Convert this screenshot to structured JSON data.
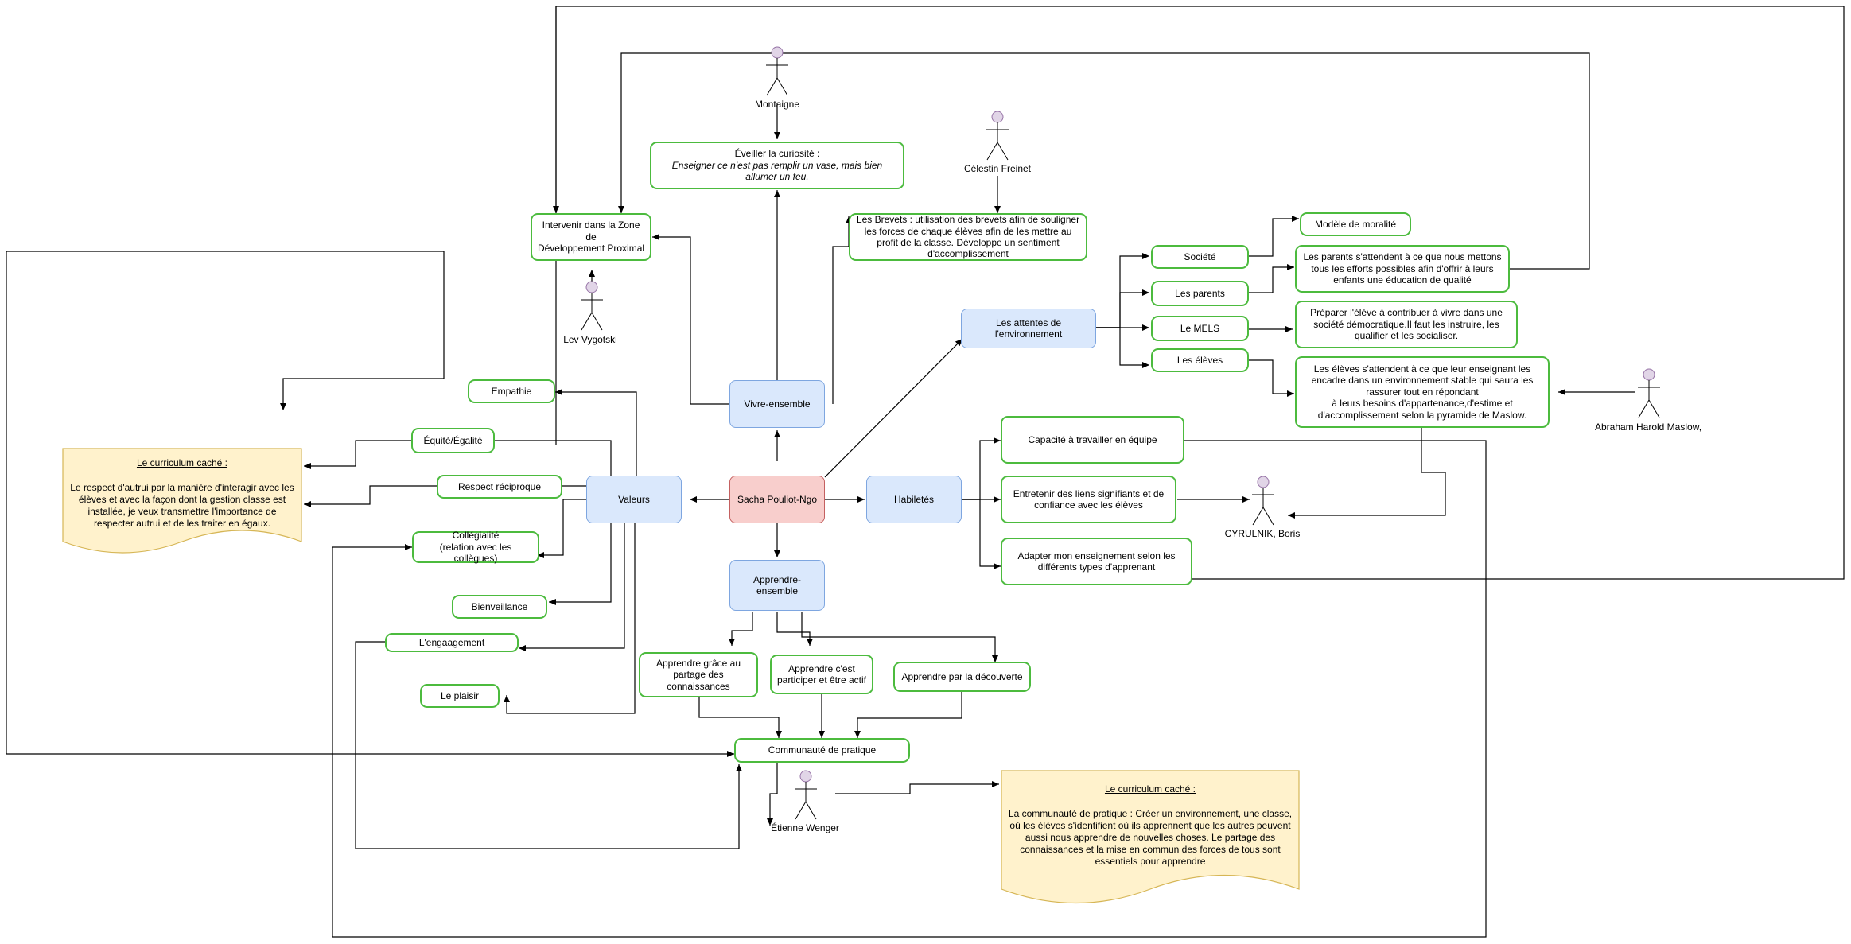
{
  "nodes": {
    "center": "Sacha Pouliot-Ngo",
    "vivre": "Vivre-ensemble",
    "valeurs": "Valeurs",
    "habiletes": "Habiletés",
    "apprendre_ensemble": "Apprendre-ensemble",
    "attentes": "Les attentes de\nl'environnement",
    "eveiller_title": "Éveiller la curiosité :",
    "eveiller_quote": "Enseigner ce n'est pas remplir un vase, mais bien allumer un feu.",
    "zone": "Intervenir dans la Zone de\nDéveloppement Proximal",
    "brevets": "Les Brevets : utilisation des brevets afin de souligner les forces de chaque élèves afin de les mettre au profit de la classe. Développe un sentiment d'accomplissement",
    "societe": "Société",
    "parents": "Les parents",
    "mels": "Le MELS",
    "eleves": "Les élèves",
    "moralite": "Modèle de moralité",
    "parents_text": "Les parents s'attendent à ce que nous mettons tous les efforts possibles afin d'offrir à leurs enfants une éducation de qualité",
    "mels_text": "Préparer l'élève à contribuer à vivre dans une société démocratique.Il faut les instruire, les qualifier et les socialiser.",
    "eleves_text": "Les élèves s'attendent à ce que leur enseignant les encadre dans un environnement stable qui saura les rassurer tout en répondant\nà leurs besoins d'appartenance,d'estime et d'accomplissement selon la pyramide de Maslow.",
    "empathie": "Empathie",
    "equite": "Équité/Égalité",
    "respect": "Respect réciproque",
    "collegialite": "Collégialité\n(relation avec les collègues)",
    "bienveillance": "Bienveillance",
    "engagement": "L'engaagement",
    "plaisir": "Le plaisir",
    "equipe": "Capacité à travailler en équipe",
    "liens": "Entretenir des liens signifiants et de confiance avec les élèves",
    "adapter": "Adapter mon enseignement selon les différents types d'apprenant",
    "app_partage": "Apprendre grâce au partage des connaissances",
    "app_participer": "Apprendre c'est participer et être actif",
    "app_decouverte": "Apprendre par la découverte",
    "communaute": "Communauté de pratique"
  },
  "notes": {
    "left_title": "Le curriculum caché :",
    "left_body": "Le respect d'autrui par la manière d'interagir avec les élèves et avec la façon dont la gestion classe est installée, je veux transmettre l'importance de respecter autrui et de les traiter en égaux.",
    "bottom_title": "Le curriculum caché :",
    "bottom_body": "La communauté de pratique : Créer un environnement, une classe, où les élèves s'identifient où ils apprennent que les autres peuvent aussi nous apprendre de nouvelles choses. Le partage des connaissances et la mise en commun des forces de tous sont essentiels pour apprendre"
  },
  "actors": {
    "montaigne": "Montaigne",
    "freinet": "Célestin Freinet",
    "vygotski": "Lev Vygotski",
    "maslow": "Abraham Harold Maslow,",
    "cyrulnik": "CYRULNIK, Boris",
    "wenger": "Étienne Wenger"
  },
  "colors": {
    "green_border": "#4cbb3e",
    "blue_fill": "#dae8fc",
    "red_fill": "#f8cecc",
    "note_fill": "#fff2cc",
    "actor_fill": "#e1d5e7"
  }
}
